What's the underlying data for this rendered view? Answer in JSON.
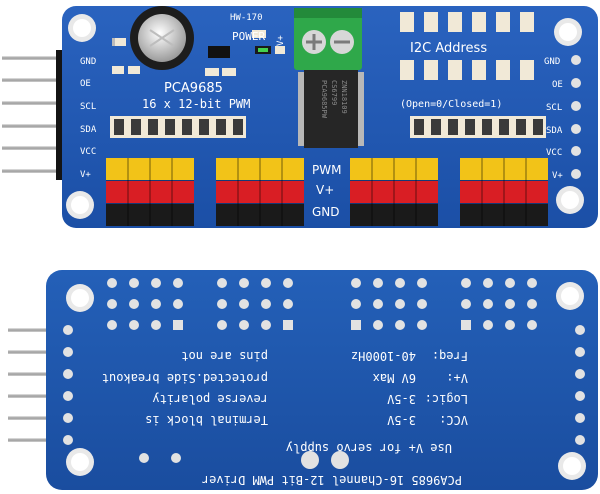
{
  "top_board": {
    "model_label": "HW-170",
    "power_label": "POWER",
    "vplus_small": "V+",
    "chip_name": "PCA9685",
    "pwm_title": "16 x 12-bit PWM",
    "i2c_title": "I2C Address",
    "i2c_subtitle": "(Open=0/Closed=1)",
    "left_pins": [
      "GND",
      "OE",
      "SCL",
      "SDA",
      "VCC",
      "V+"
    ],
    "right_pins": [
      "GND",
      "OE",
      "SCL",
      "SDA",
      "VCC",
      "V+"
    ],
    "row_labels": [
      "PWM",
      "V+",
      "GND"
    ],
    "chip_marking": [
      "PCA9685PW",
      "CS6799",
      "ZNN18109"
    ]
  },
  "bottom_board": {
    "title_line": "PCA9685  16-Channel  12-Bit  PWM  Driver",
    "use_line": "Use V+ for servo supply",
    "spec_lines": [
      {
        "label": "VCC:",
        "value": "3-5V"
      },
      {
        "label": "Logic:",
        "value": "3-5V"
      },
      {
        "label": "V+:",
        "value": "6V Max"
      },
      {
        "label": "Freq:",
        "value": "40-1000Hz"
      }
    ],
    "notes": [
      "Terminal block is",
      "reverse polarity",
      "protected.Side breakout",
      "pins are not"
    ]
  },
  "colors": {
    "pcb_blue": "#1f56b0",
    "header_yellow": "#f2c318",
    "header_red": "#d91e24",
    "header_black": "#1a1a1a",
    "terminal_green": "#2fa84a"
  }
}
